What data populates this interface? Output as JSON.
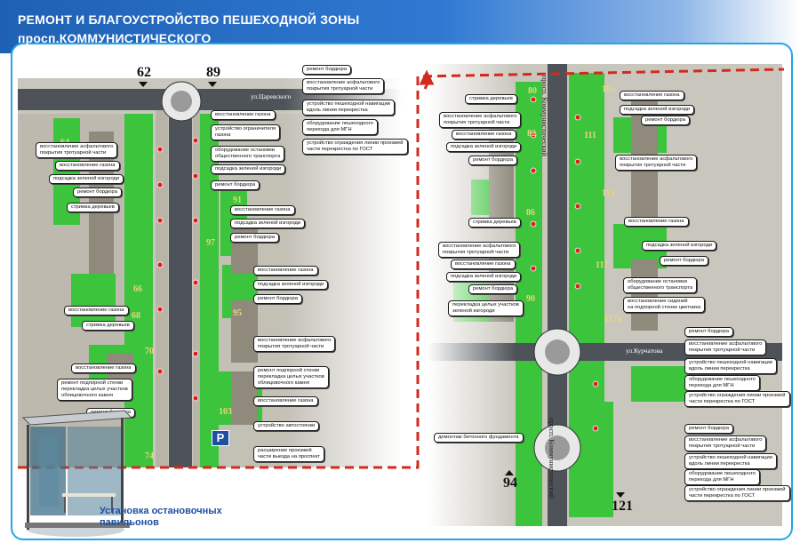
{
  "header": {
    "title_line1": "РЕМОНТ И БЛАГОУСТРОЙСТВО ПЕШЕХОДНОЙ ЗОНЫ",
    "title_line2": "просп.КОММУНИСТИЧЕСКОГО"
  },
  "left_map": {
    "markers": [
      "62",
      "89"
    ],
    "street": "ул.Царевского",
    "building_numbers": [
      "64",
      "66",
      "68",
      "70",
      "74",
      "91",
      "95",
      "97",
      "103"
    ],
    "parking_sign": "P",
    "callouts": {
      "top_1": "ремонт бордюра",
      "top_2": "восстановление асфальтового\nпокрытия тротуарной части",
      "top_3": "устройство пешеходной навигации\nвдоль линии перекрестка",
      "top_4": "оборудование пешеходного\nперехода для МГН",
      "top_5": "устройство ограждения линии проезжей\nчасти перекрестка по ГОСТ",
      "mid_1": "восстановление газона",
      "mid_2": "устройство ограничителя\nгазона",
      "mid_3": "оборудование остановки\nобщественного транспорта",
      "mid_4": "подсадка зеленой изгороди",
      "mid_5": "ремонт бордюра",
      "g91_1": "восстановление газона",
      "g91_2": "подсадка зеленой изгороди",
      "g91_3": "ремонт бордюра",
      "g95_1": "восстановление газона",
      "g95_2": "подсадка зеленой изгороди",
      "g95_3": "ремонт бордюра",
      "r_asphalt": "восстановление асфальтового\nпокрытия тротуарной части",
      "r_wall": "ремонт подпорной стенки\nперекладка целых участков\nоблицовочного камня",
      "r_lawn": "восстановление газона",
      "r_park": "устройство автостоянки",
      "r_exit": "расширение проезжей\nчасти выезда на проспект",
      "l_asphalt": "восстановление асфальтового\nпокрытия тротуарной части",
      "l_lawn": "восстановление газона",
      "l_hedge": "подсадка зеленой изгороди",
      "l_curb": "ремонт бордюра",
      "l_trees": "стрижка деревьев",
      "l68_lawn": "восстановление газона",
      "l68_trees": "стрижка деревьев",
      "l70_lawn": "восстановление газона",
      "l70_wall": "ремонт подпорной стенки\nперекладка целых участков\nоблицовочного камня",
      "l70_curb": "ремонт бордюра"
    }
  },
  "right_map": {
    "street_vertical": "просп. Коммунистический",
    "street_horizontal": "ул.Курчатова",
    "markers": [
      "94",
      "121"
    ],
    "building_numbers": [
      "80",
      "82",
      "86",
      "90",
      "105",
      "111",
      "115",
      "117",
      "117а"
    ],
    "callouts": {
      "trees_top": "стрижка деревьев",
      "asphalt_top": "восстановление асфальтового\nпокрытия тротуарной части",
      "lawn_top": "восстановление газона",
      "hedge_top": "подсадка зеленой изгороди",
      "curb_top": "ремонт бордюра",
      "trees_mid": "стрижка деревьев",
      "asphalt_mid": "восстановление асфальтового\nпокрытия тротуарной части",
      "lawn_mid": "восстановление газона",
      "hedge_mid": "подсадка зеленой изгороди",
      "curb_mid": "ремонт бордюра",
      "lawn_transfer": "перекладка целых участков\nзеленой изгороди",
      "e_lawn_1": "восстановление газона",
      "e_hedge_1": "подсадка зеленой изгороди",
      "e_curb_1": "ремонт бордюра",
      "e_asphalt": "восстановление асфальтового\nпокрытия тротуарной части",
      "e_lawn_2": "восстановление газона",
      "e_hedge_2": "подсадка зеленой изгороди",
      "e_curb_2": "ремонт бордюра",
      "e_stop": "оборудование остановки\nобщественного транспорта",
      "e_seats": "восстановление сидений\nна подпорной стенке цветника",
      "k_curb": "ремонт бордюра",
      "k_asphalt": "восстановление асфальтового\nпокрытия тротуарной части",
      "k_nav": "устройство пешеходной навигации\nвдоль линии перекрестка",
      "k_mgn": "оборудование пешеходного\nперехода для МГН",
      "k_fence": "устройство ограждения линии проезжей\nчасти перекрестка по ГОСТ",
      "b_foundation": "демонтаж бетонного фундамента",
      "b_curb": "ремонт бордюра",
      "b_asphalt": "восстановление асфальтового\nпокрытия тротуарной части",
      "b_nav": "устройство пешеходной навигации\nвдоль линии перекрестка",
      "b_mgn": "оборудование пешеходного\nперехода для МГН",
      "b_fence": "устройство ограждения линии проезжей\nчасти перекрестка по ГОСТ"
    }
  },
  "pavilion": {
    "caption": "Установка остановочных\nпавильонов"
  },
  "colors": {
    "header_blue": "#1e61b4",
    "frame_blue": "#22a6e8",
    "lawn_green": "#3cc43c",
    "road_gray": "#4d5358",
    "boundary_red": "#d42a1e"
  }
}
